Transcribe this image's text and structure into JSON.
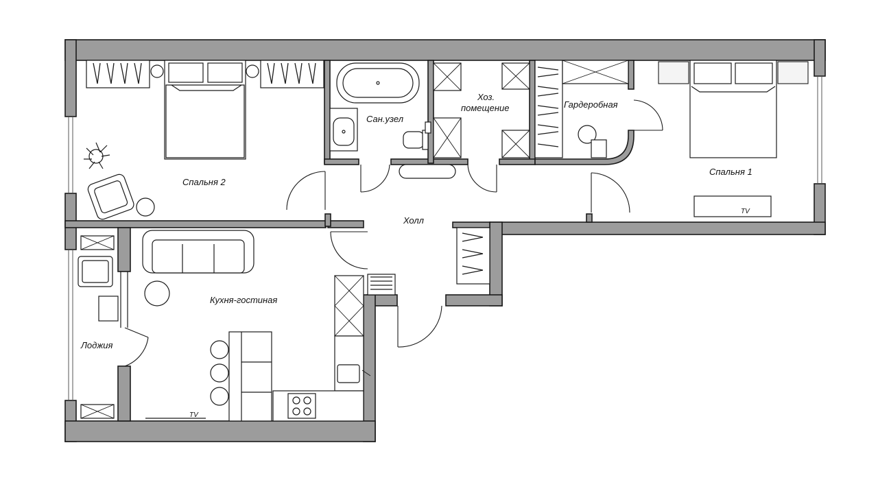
{
  "rooms": {
    "bedroom_2": "Спальня 2",
    "bedroom_1": "Спальня 1",
    "bathroom": "Сан.узел",
    "utility_line1": "Хоз.",
    "utility_line2": "помещение",
    "wardrobe": "Гардеробная",
    "hall": "Холл",
    "kitchen_living": "Кухня-гостиная",
    "loggia": "Лоджия"
  },
  "tv_labels": {
    "bedroom_1_tv": "TV",
    "kitchen_tv": "TV"
  }
}
